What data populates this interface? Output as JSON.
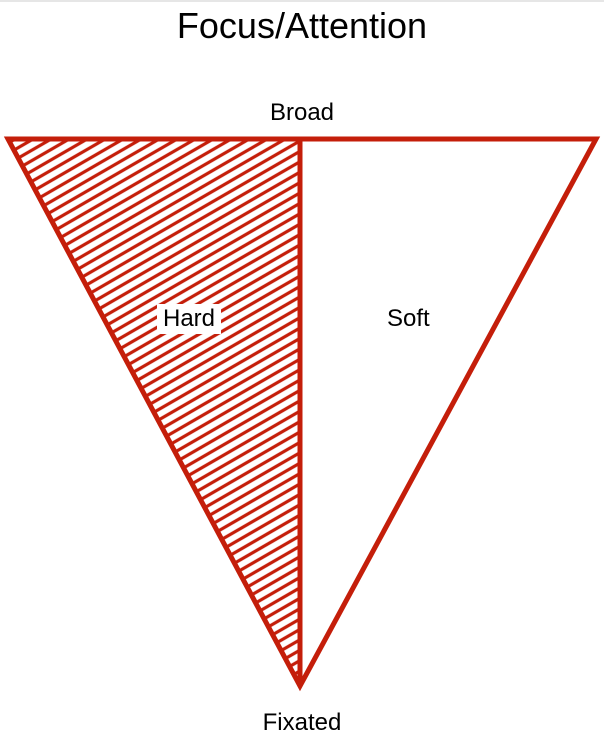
{
  "title": "Focus/Attention",
  "labels": {
    "top": "Broad",
    "bottom": "Fixated",
    "left_region": "Hard",
    "right_region": "Soft"
  },
  "colors": {
    "outline": "#c41e0a",
    "hatch": "#c41e0a",
    "background": "#ffffff"
  }
}
